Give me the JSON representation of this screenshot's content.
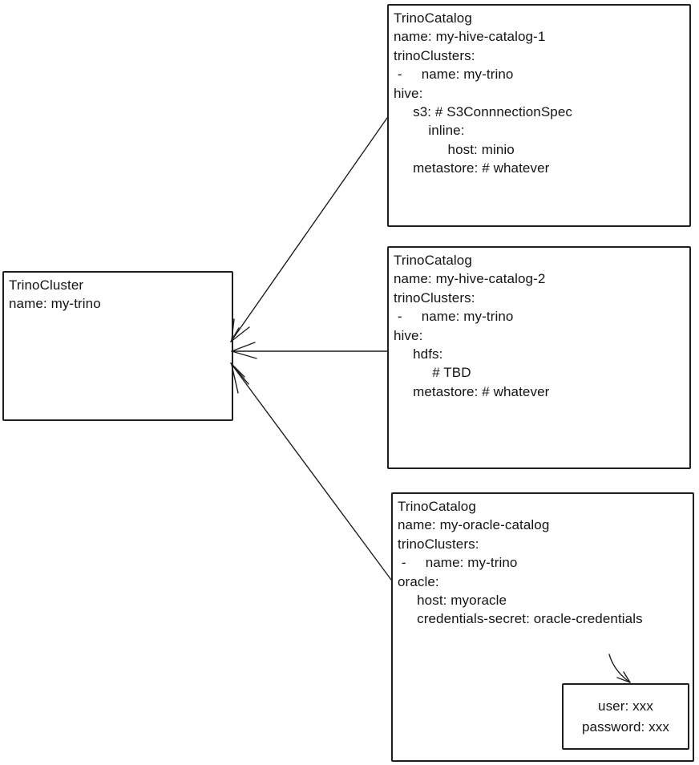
{
  "colors": {
    "stroke": "#1f1f1f",
    "text": "#141414",
    "background": "#ffffff"
  },
  "boxes": {
    "cluster": {
      "lines": [
        "TrinoCluster",
        "name: my-trino"
      ]
    },
    "catalog1": {
      "lines": [
        "TrinoCatalog",
        "name: my-hive-catalog-1",
        "trinoClusters:",
        " -     name: my-trino",
        "hive:",
        "     s3: # S3ConnnectionSpec",
        "         inline:",
        "              host: minio",
        "     metastore: # whatever"
      ]
    },
    "catalog2": {
      "lines": [
        "TrinoCatalog",
        "name: my-hive-catalog-2",
        "trinoClusters:",
        " -     name: my-trino",
        "hive:",
        "     hdfs:",
        "          # TBD",
        "     metastore: # whatever"
      ]
    },
    "catalog3": {
      "lines": [
        "TrinoCatalog",
        "name: my-oracle-catalog",
        "trinoClusters:",
        " -     name: my-trino",
        "oracle:",
        "     host: myoracle",
        "     credentials-secret: oracle-credentials"
      ]
    },
    "secret": {
      "lines": [
        "user: xxx",
        "password: xxx"
      ]
    }
  }
}
